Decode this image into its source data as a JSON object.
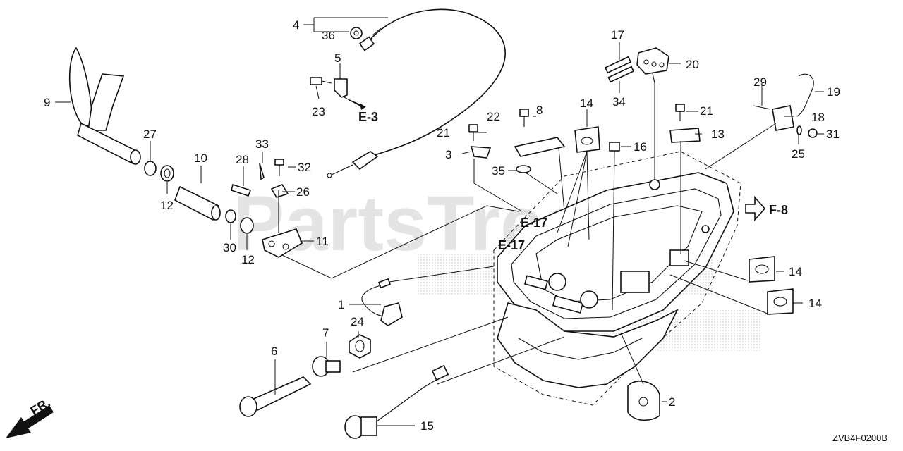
{
  "diagram": {
    "watermark": "PartsTree",
    "drawing_code": "ZVB4F0200B",
    "direction_label": "FR.",
    "refs": {
      "e3": "E-3",
      "e17a": "E-17",
      "e17b": "E-17",
      "f8": "F-8"
    },
    "parts": {
      "p1": "1",
      "p2": "2",
      "p3": "3",
      "p4": "4",
      "p5": "5",
      "p6": "6",
      "p7": "7",
      "p8": "8",
      "p9": "9",
      "p10": "10",
      "p11": "11",
      "p12a": "12",
      "p12b": "12",
      "p13": "13",
      "p14a": "14",
      "p14b": "14",
      "p14c": "14",
      "p15": "15",
      "p16": "16",
      "p17": "17",
      "p18": "18",
      "p19": "19",
      "p20": "20",
      "p21a": "21",
      "p21b": "21",
      "p22": "22",
      "p23": "23",
      "p24": "24",
      "p25": "25",
      "p26": "26",
      "p27": "27",
      "p28": "28",
      "p29": "29",
      "p30": "30",
      "p31": "31",
      "p32": "32",
      "p33": "33",
      "p34": "34",
      "p35": "35",
      "p36": "36"
    }
  }
}
